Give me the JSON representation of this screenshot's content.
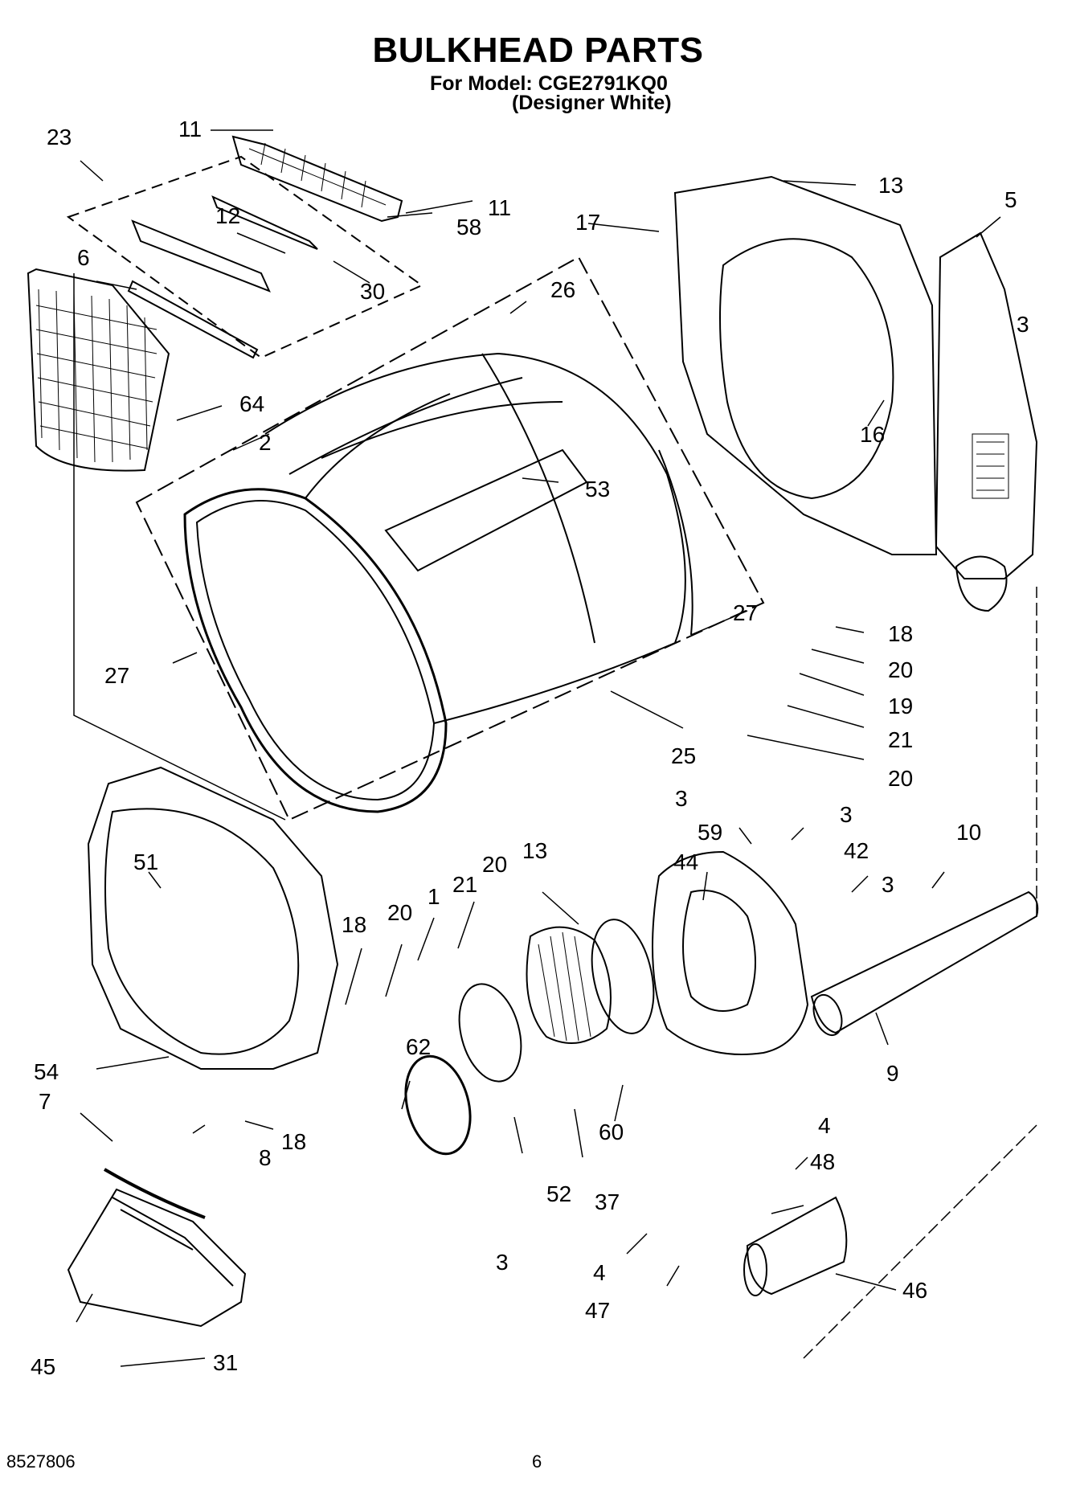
{
  "header": {
    "title": "BULKHEAD PARTS",
    "model_line": "For Model: CGE2791KQ0",
    "variant": "(Designer White)"
  },
  "footer": {
    "part_number": "8527806",
    "page_number": "6"
  },
  "callouts": [
    "23",
    "11",
    "11",
    "58",
    "12",
    "30",
    "6",
    "64",
    "2",
    "26",
    "53",
    "27",
    "27",
    "25",
    "17",
    "13",
    "5",
    "3",
    "16",
    "18",
    "20",
    "19",
    "21",
    "20",
    "51",
    "54",
    "7",
    "8",
    "18",
    "18",
    "20",
    "1",
    "21",
    "20",
    "13",
    "62",
    "52",
    "37",
    "60",
    "44",
    "59",
    "3",
    "3",
    "42",
    "3",
    "10",
    "9",
    "4",
    "48",
    "3",
    "4",
    "47",
    "46",
    "45",
    "31"
  ],
  "colors": {
    "ink": "#000000",
    "paper": "#ffffff"
  }
}
